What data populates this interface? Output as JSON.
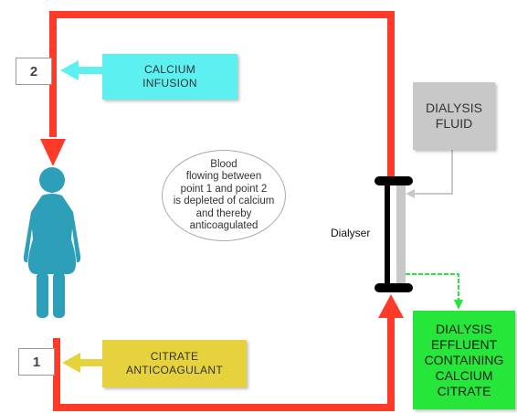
{
  "labels": {
    "point_2": "2",
    "point_1": "1",
    "calcium_infusion": [
      "CALCIUM",
      "INFUSION"
    ],
    "citrate_anticoagulant": [
      "CITRATE",
      "ANTICOAGULANT"
    ],
    "dialysis_fluid": [
      "DIALYSIS",
      "FLUID"
    ],
    "dialysis_effluent": [
      "DIALYSIS",
      "EFFLUENT",
      "CONTAINING",
      "CALCIUM",
      "CITRATE"
    ],
    "dialyser": "Dialyser",
    "blood_note": [
      "Blood",
      "flowing between",
      "point 1 and point 2",
      "is depleted of calcium",
      "and thereby",
      "anticoagulated"
    ]
  },
  "colors": {
    "blood_circuit": "#ff3a28",
    "calcium": "#5cf0f0",
    "citrate": "#e6d23c",
    "fluid": "#c8c8c8",
    "effluent": "#27e63a",
    "patient": "#2e9fb8",
    "arrow_calcium": "#5cf0f0",
    "arrow_citrate": "#e6d23c",
    "arrow_fluid": "#c8c8c8",
    "arrow_effluent": "#27e63a"
  }
}
